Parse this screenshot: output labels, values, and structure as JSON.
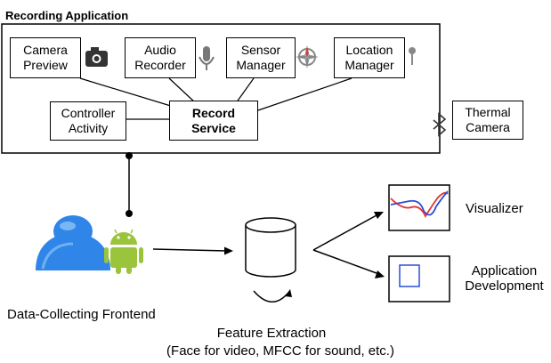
{
  "app_title": "Recording Application",
  "components": {
    "camera_preview": [
      "Camera",
      "Preview"
    ],
    "audio_recorder": [
      "Audio",
      "Recorder"
    ],
    "sensor_manager": [
      "Sensor",
      "Manager"
    ],
    "location_manager": [
      "Location",
      "Manager"
    ],
    "controller_activity": [
      "Controller",
      "Activity"
    ],
    "record_service": [
      "Record",
      "Service"
    ],
    "thermal_camera": [
      "Thermal",
      "Camera"
    ]
  },
  "frontend_label": "Data-Collecting Frontend",
  "feature_extraction": {
    "title": "Feature Extraction",
    "detail": "(Face for video, MFCC for sound, etc.)"
  },
  "outputs": {
    "visualizer": "Visualizer",
    "application_development": [
      "Application",
      "Development"
    ]
  },
  "colors": {
    "line": "#000000",
    "visualizer_red": "#e8302a",
    "visualizer_blue": "#2a4fd8",
    "user_blue": "#2f86e8",
    "android_green": "#9ac43c"
  },
  "icons": [
    "camera-icon",
    "microphone-icon",
    "compass-icon",
    "location-pin-icon",
    "bluetooth-icon",
    "user-icon",
    "android-icon",
    "database-icon"
  ]
}
